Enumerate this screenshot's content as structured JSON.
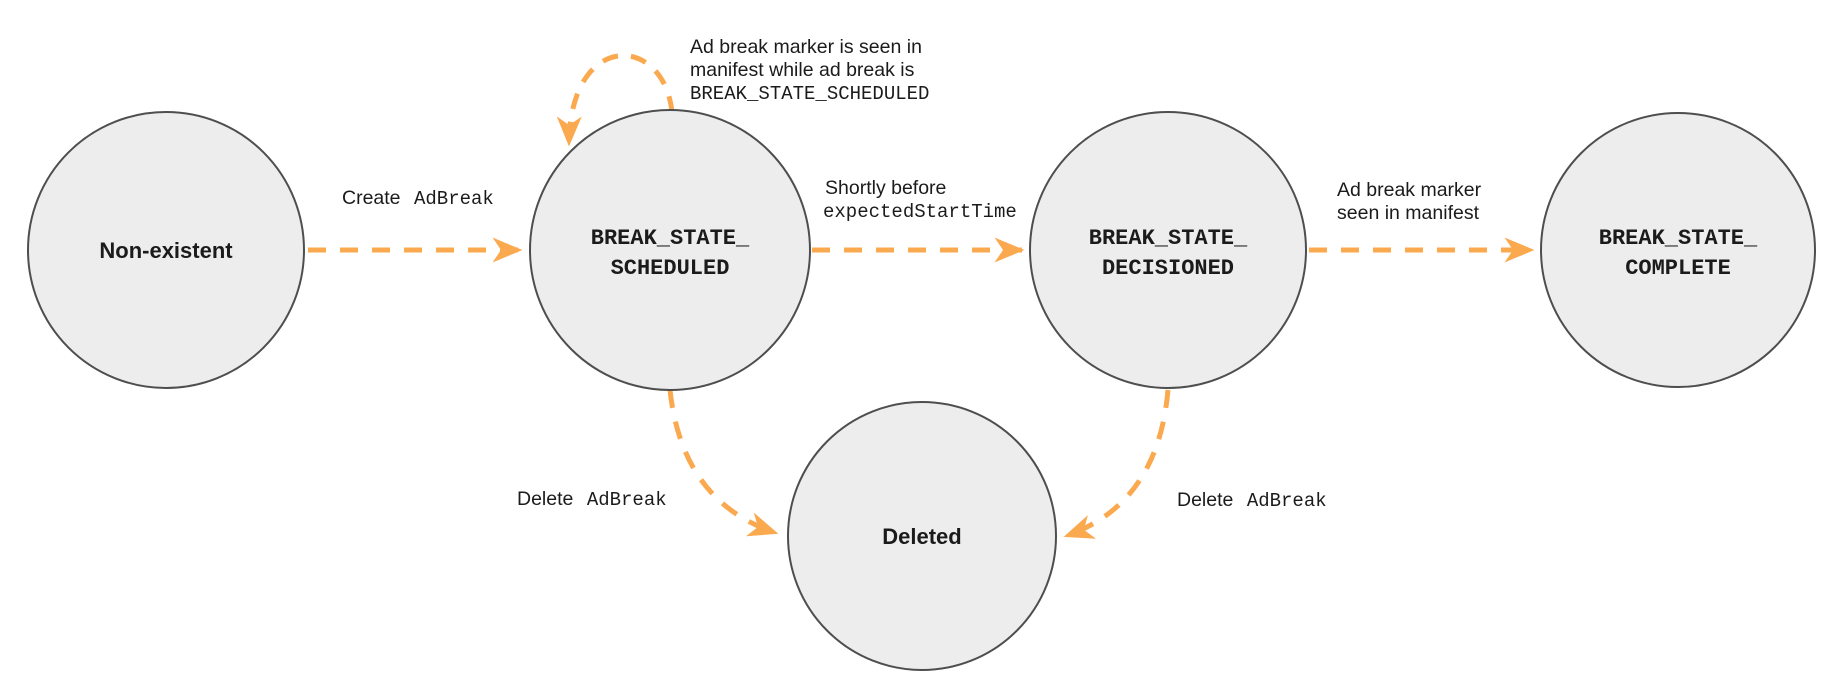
{
  "colors": {
    "arrow": "#FBA94E",
    "node_fill": "#EDEDED",
    "node_stroke": "#4E4E4E",
    "text": "#1B1B1B"
  },
  "states": {
    "non_existent": {
      "label": "Non-existent"
    },
    "scheduled": {
      "line1": "BREAK_STATE_",
      "line2": "SCHEDULED"
    },
    "decisioned": {
      "line1": "BREAK_STATE_",
      "line2": "DECISIONED"
    },
    "complete": {
      "line1": "BREAK_STATE_",
      "line2": "COMPLETE"
    },
    "deleted": {
      "label": "Deleted"
    }
  },
  "transitions": {
    "create": {
      "plain": "Create",
      "code": "AdBreak"
    },
    "marker_seen_while_scheduled": {
      "line1": "Ad break marker is seen in",
      "line2": "manifest while ad break is",
      "line3_code": "BREAK_STATE_SCHEDULED"
    },
    "shortly_before": {
      "line1": "Shortly before",
      "line2_code": "expectedStartTime"
    },
    "marker_seen": {
      "line1": "Ad break marker",
      "line2": "seen in manifest"
    },
    "delete_from_scheduled": {
      "plain": "Delete",
      "code": "AdBreak"
    },
    "delete_from_decisioned": {
      "plain": "Delete",
      "code": "AdBreak"
    }
  }
}
